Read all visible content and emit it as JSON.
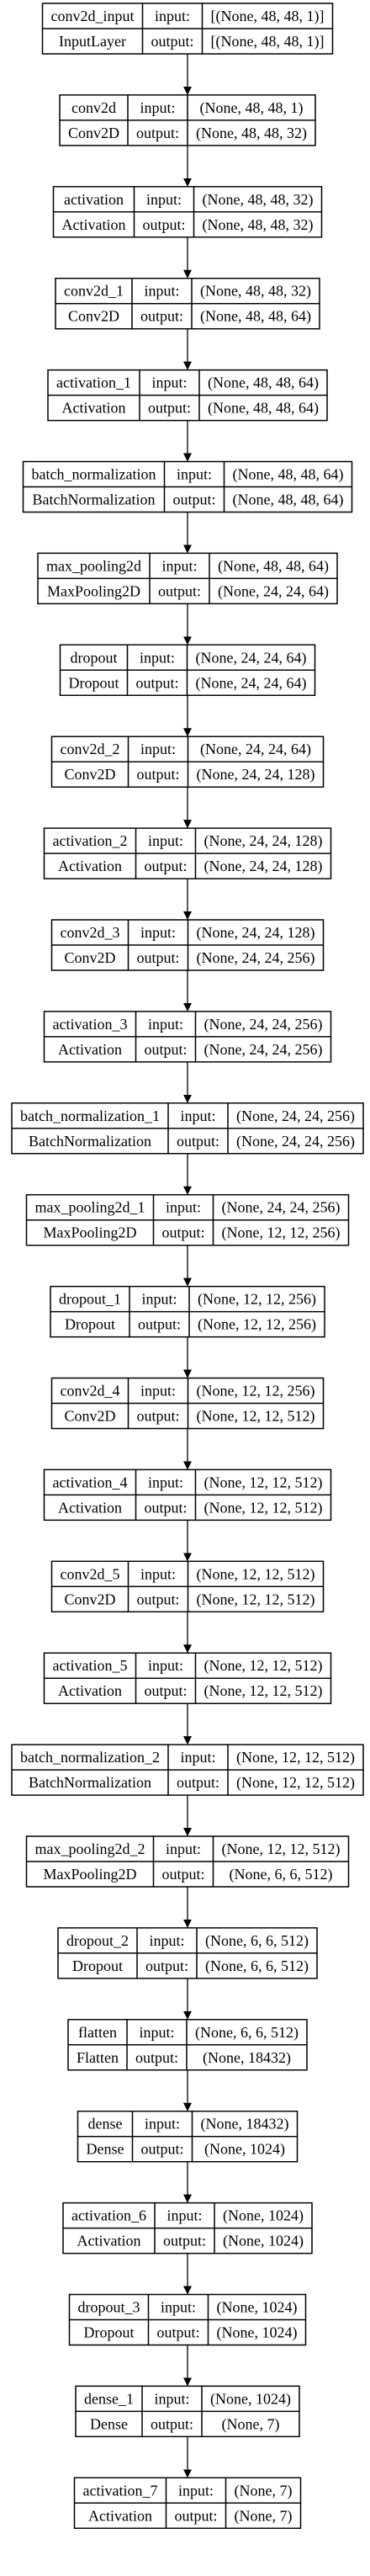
{
  "title": "",
  "layers": [
    {
      "name": "conv2d_input",
      "type": "InputLayer",
      "input": "[(None, 48, 48, 1)]",
      "output": "[(None, 48, 48, 1)]"
    },
    {
      "name": "conv2d",
      "type": "Conv2D",
      "input": "(None, 48, 48, 1)",
      "output": "(None, 48, 48, 32)"
    },
    {
      "name": "activation",
      "type": "Activation",
      "input": "(None, 48, 48, 32)",
      "output": "(None, 48, 48, 32)"
    },
    {
      "name": "conv2d_1",
      "type": "Conv2D",
      "input": "(None, 48, 48, 32)",
      "output": "(None, 48, 48, 64)"
    },
    {
      "name": "activation_1",
      "type": "Activation",
      "input": "(None, 48, 48, 64)",
      "output": "(None, 48, 48, 64)"
    },
    {
      "name": "batch_normalization",
      "type": "BatchNormalization",
      "input": "(None, 48, 48, 64)",
      "output": "(None, 48, 48, 64)"
    },
    {
      "name": "max_pooling2d",
      "type": "MaxPooling2D",
      "input": "(None, 48, 48, 64)",
      "output": "(None, 24, 24, 64)"
    },
    {
      "name": "dropout",
      "type": "Dropout",
      "input": "(None, 24, 24, 64)",
      "output": "(None, 24, 24, 64)"
    },
    {
      "name": "conv2d_2",
      "type": "Conv2D",
      "input": "(None, 24, 24, 64)",
      "output": "(None, 24, 24, 128)"
    },
    {
      "name": "activation_2",
      "type": "Activation",
      "input": "(None, 24, 24, 128)",
      "output": "(None, 24, 24, 128)"
    },
    {
      "name": "conv2d_3",
      "type": "Conv2D",
      "input": "(None, 24, 24, 128)",
      "output": "(None, 24, 24, 256)"
    },
    {
      "name": "activation_3",
      "type": "Activation",
      "input": "(None, 24, 24, 256)",
      "output": "(None, 24, 24, 256)"
    },
    {
      "name": "batch_normalization_1",
      "type": "BatchNormalization",
      "input": "(None, 24, 24, 256)",
      "output": "(None, 24, 24, 256)"
    },
    {
      "name": "max_pooling2d_1",
      "type": "MaxPooling2D",
      "input": "(None, 24, 24, 256)",
      "output": "(None, 12, 12, 256)"
    },
    {
      "name": "dropout_1",
      "type": "Dropout",
      "input": "(None, 12, 12, 256)",
      "output": "(None, 12, 12, 256)"
    },
    {
      "name": "conv2d_4",
      "type": "Conv2D",
      "input": "(None, 12, 12, 256)",
      "output": "(None, 12, 12, 512)"
    },
    {
      "name": "activation_4",
      "type": "Activation",
      "input": "(None, 12, 12, 512)",
      "output": "(None, 12, 12, 512)"
    },
    {
      "name": "conv2d_5",
      "type": "Conv2D",
      "input": "(None, 12, 12, 512)",
      "output": "(None, 12, 12, 512)"
    },
    {
      "name": "activation_5",
      "type": "Activation",
      "input": "(None, 12, 12, 512)",
      "output": "(None, 12, 12, 512)"
    },
    {
      "name": "batch_normalization_2",
      "type": "BatchNormalization",
      "input": "(None, 12, 12, 512)",
      "output": "(None, 12, 12, 512)"
    },
    {
      "name": "max_pooling2d_2",
      "type": "MaxPooling2D",
      "input": "(None, 12, 12, 512)",
      "output": "(None, 6, 6, 512)"
    },
    {
      "name": "dropout_2",
      "type": "Dropout",
      "input": "(None, 6, 6, 512)",
      "output": "(None, 6, 6, 512)"
    },
    {
      "name": "flatten",
      "type": "Flatten",
      "input": "(None, 6, 6, 512)",
      "output": "(None, 18432)"
    },
    {
      "name": "dense",
      "type": "Dense",
      "input": "(None, 18432)",
      "output": "(None, 1024)"
    },
    {
      "name": "activation_6",
      "type": "Activation",
      "input": "(None, 1024)",
      "output": "(None, 1024)"
    },
    {
      "name": "dropout_3",
      "type": "Dropout",
      "input": "(None, 1024)",
      "output": "(None, 1024)"
    },
    {
      "name": "dense_1",
      "type": "Dense",
      "input": "(None, 1024)",
      "output": "(None, 7)"
    },
    {
      "name": "activation_7",
      "type": "Activation",
      "input": "(None, 7)",
      "output": "(None, 7)"
    }
  ],
  "labels": {
    "input": "input:",
    "output": "output:"
  },
  "colors": {
    "stroke": "#000000",
    "background": "#ffffff",
    "text": "#000000"
  }
}
